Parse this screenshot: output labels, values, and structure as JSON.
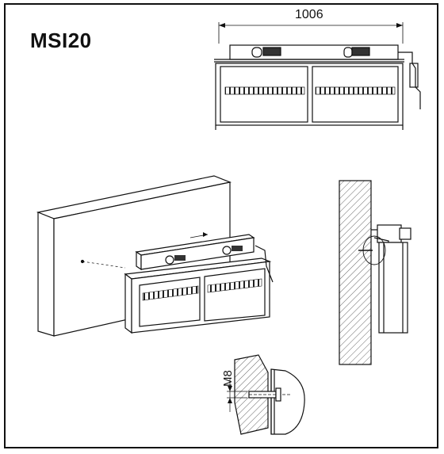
{
  "title": "MSI20",
  "dimensions": {
    "overall_width": "1006",
    "bolt_size": "M8"
  }
}
